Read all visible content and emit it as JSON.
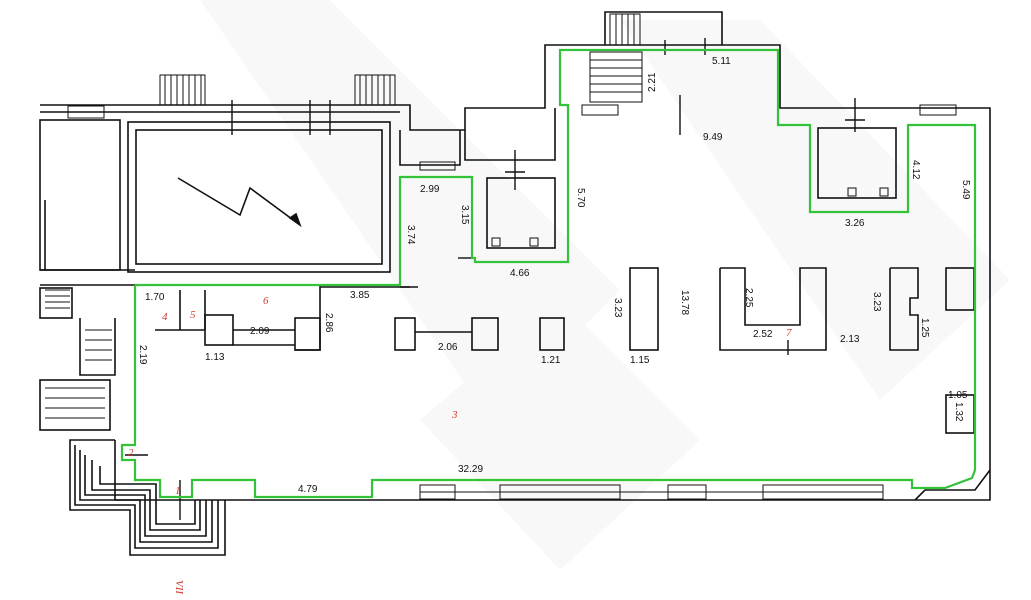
{
  "colors": {
    "wall": "#111111",
    "contour": "#34c23a",
    "room_number": "#d23a2e",
    "watermark": "#eaeaea"
  },
  "icons": [
    "electrical-arrow-icon",
    "stair-icon",
    "door-icon"
  ],
  "dimensions": [
    {
      "id": "d-5-11",
      "text": "5.11"
    },
    {
      "id": "d-2-21",
      "text": "2.21"
    },
    {
      "id": "d-9-49",
      "text": "9.49"
    },
    {
      "id": "d-2-99",
      "text": "2.99"
    },
    {
      "id": "d-3-15",
      "text": "3.15"
    },
    {
      "id": "d-5-70",
      "text": "5.70"
    },
    {
      "id": "d-3-74",
      "text": "3.74"
    },
    {
      "id": "d-4-66",
      "text": "4.66"
    },
    {
      "id": "d-4-12",
      "text": "4.12"
    },
    {
      "id": "d-3-26",
      "text": "3.26"
    },
    {
      "id": "d-5-49",
      "text": "5.49"
    },
    {
      "id": "d-1-70",
      "text": "1.70"
    },
    {
      "id": "d-3-85",
      "text": "3.85"
    },
    {
      "id": "d-2-86",
      "text": "2.86"
    },
    {
      "id": "d-2-09",
      "text": "2.09"
    },
    {
      "id": "d-1-13",
      "text": "1.13"
    },
    {
      "id": "d-2-19",
      "text": "2.19"
    },
    {
      "id": "d-2-06",
      "text": "2.06"
    },
    {
      "id": "d-1-21",
      "text": "1.21"
    },
    {
      "id": "d-3-23a",
      "text": "3.23"
    },
    {
      "id": "d-1-15",
      "text": "1.15"
    },
    {
      "id": "d-13-78",
      "text": "13.78"
    },
    {
      "id": "d-2-25",
      "text": "2.25"
    },
    {
      "id": "d-2-52",
      "text": "2.52"
    },
    {
      "id": "d-2-13",
      "text": "2.13"
    },
    {
      "id": "d-3-23b",
      "text": "3.23"
    },
    {
      "id": "d-1-25",
      "text": "1.25"
    },
    {
      "id": "d-1-05",
      "text": "1.05"
    },
    {
      "id": "d-1-32",
      "text": "1.32"
    },
    {
      "id": "d-32-29",
      "text": "32.29"
    },
    {
      "id": "d-4-79",
      "text": "4.79"
    }
  ],
  "room_numbers": [
    {
      "id": "r-4",
      "text": "4"
    },
    {
      "id": "r-5",
      "text": "5"
    },
    {
      "id": "r-6",
      "text": "6"
    },
    {
      "id": "r-3",
      "text": "3"
    },
    {
      "id": "r-7",
      "text": "7"
    },
    {
      "id": "r-2",
      "text": "2"
    },
    {
      "id": "r-1",
      "text": "1"
    },
    {
      "id": "r-vii",
      "text": "VII"
    }
  ]
}
